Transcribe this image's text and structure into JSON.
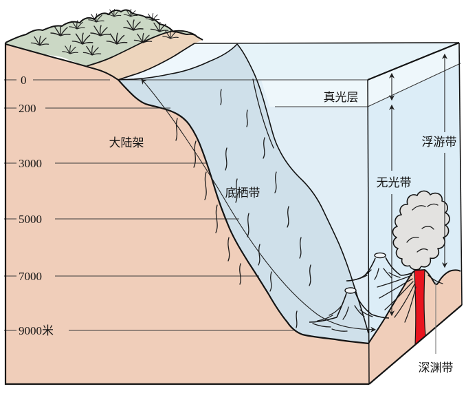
{
  "depth_scale": {
    "tick_labels": [
      "0",
      "200",
      "3000",
      "5000",
      "7000",
      "9000米"
    ],
    "unit": "米"
  },
  "zone_labels": {
    "continental_shelf": "大陆架",
    "benthic": "底栖带",
    "euphotic": "真光层",
    "aphotic": "无光带",
    "pelagic": "浮游带",
    "abyssal": "深渊带"
  },
  "colors": {
    "earth_pink": "#f0ceba",
    "beach_tan": "#edd5bd",
    "vegetation_green": "#cbd8c5",
    "water_surface": "#e6f3f9",
    "water_front": "#e1eef6",
    "water_side": "#dcedf7",
    "shallow_shore": "#eef7fc",
    "euphotic_band": "#eef7fb",
    "slope_gray_blue": "#cfe0ea",
    "smoke_gray": "#e3e2e0",
    "vent_red": "#e8141e",
    "outline": "#141414"
  }
}
